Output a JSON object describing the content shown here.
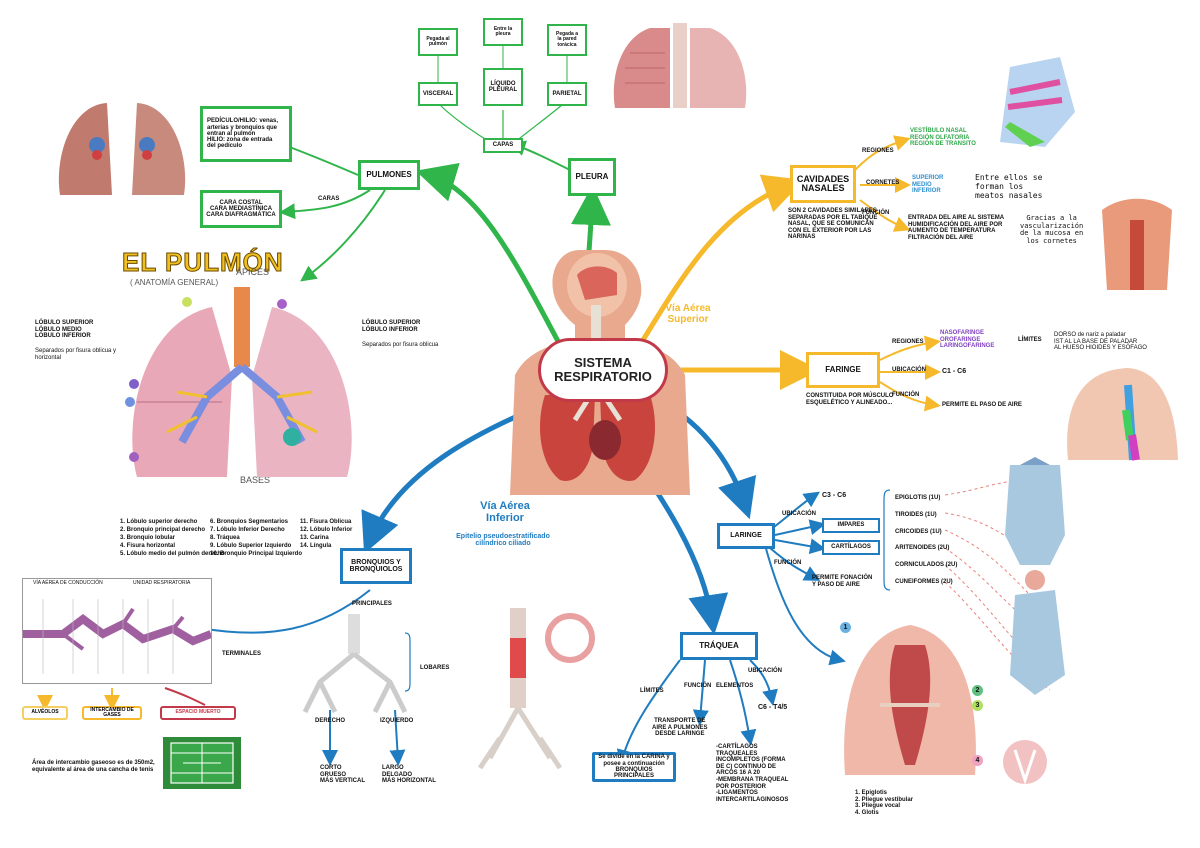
{
  "center": {
    "title": "SISTEMA\nRESPIRATORIO"
  },
  "upper_airway": {
    "label": "Vía Aérea\nSuperior"
  },
  "lower_airway": {
    "label": "Vía Aérea\nInferior",
    "subtitle": "Epitelio pseudoestratificado\ncilíndrico ciliado"
  },
  "pleura": {
    "title": "PLEURA",
    "capas": "CAPAS",
    "visceral": "VISCERAL",
    "liquido": "LÍQUIDO\nPLEURAL",
    "parietal": "PARIETAL",
    "top1": "Pegada al\npulmón",
    "top2": "Entre la\npleura",
    "top3": "Pegada a\nla pared\ntorácica"
  },
  "pulmones": {
    "title": "PULMONES",
    "pediculo": "PEDÍCULO/HILIO: venas,\narterias y bronquios que\nentran al pulmón\nHILIO: zona de entrada\ndel pedículo",
    "caras_label": "CARAS",
    "caras": "CARA COSTAL\nCARA MEDIASTÍNICA\nCARA DIAFRAGMÁTICA"
  },
  "el_pulmon": {
    "title": "EL PULMÓN",
    "subtitle": "( ANATOMÍA GENERAL)",
    "apices": "ÁPICES",
    "bases": "BASES",
    "left_lobes": "LÓBULO SUPERIOR\nLÓBULO MEDIO\nLÓBULO INFERIOR",
    "left_note": "Separados por fisura oblicua y\nhorizontal",
    "right_lobes": "LÓBULO SUPERIOR\nLÓBULO INFERIOR",
    "right_note": "Separados por fisura oblicua",
    "legend_col1": "1. Lóbulo superior derecho\n2. Bronquio principal derecho\n3. Bronquio lobular\n4. Fisura horizontal\n5. Lóbulo medio del pulmón derecho",
    "legend_col2": "6. Bronquios Segmentarios\n7. Lóbulo Inferior Derecho\n8. Tráquea\n9. Lóbulo Superior Izquierdo\n10. Bronquio Principal Izquierdo",
    "legend_col3": "11. Fisura Oblicua\n12. Lóbulo Inferior\n13. Carina\n14. Língula"
  },
  "cavidades": {
    "title": "CAVIDADES\nNASALES",
    "desc": "SON 2 CAVIDADES SIMILARES\nSEPARADAS POR EL TABIQUE\nNASAL, QUE SE COMUNICAN\nCON EL EXTERIOR POR LAS\nNARINAS",
    "regiones": "REGIONES",
    "regiones_text": "VESTÍBULO NASAL\nREGIÓN OLFATORIA\nREGIÓN DE TRANSITO",
    "cornetes": "CORNETES",
    "cornetes_text": "SUPERIOR\nMEDIO\nINFERIOR",
    "cornetes_note": "Entre ellos se\nforman los\nmeatos nasales",
    "funcion": "FUNCIÓN",
    "funcion_text": "ENTRADA DEL AIRE AL SISTEMA\nHUMIDIFICACIÓN DEL AIRE POR\nAUMENTO DE TEMPERATURA\nFILTRACIÓN DEL AIRE",
    "funcion_note": "Gracias a la\nvascularización\nde la mucosa en\nlos cornetes"
  },
  "faringe": {
    "title": "FARINGE",
    "desc": "CONSTITUIDA POR MÚSCULO\nESQUELÉTICO Y ALINEADO...",
    "regiones": "REGIONES",
    "regiones_text": "NASOFARINGE\nOROFARINGE\nLARINGOFARINGE",
    "limites": "LÍMITES",
    "limites_text": "DORSO de nariz a paladar\nIST AL LA BASE DE PALADAR\nAL HUESO HIOIDES Y ESÓFAGO",
    "ubicacion": "UBICACIÓN",
    "ubicacion_text": "C1 - C6",
    "funcion": "FUNCIÓN",
    "funcion_text": "PERMITE EL PASO DE AIRE"
  },
  "laringe": {
    "title": "LARINGE",
    "ubicacion": "UBICACIÓN",
    "ubicacion_text": "C3 - C6",
    "impares": "IMPARES",
    "cartilagos": "CARTÍLAGOS",
    "cart_list": "EPIGLOTIS (1U)\nTIROIDES (1U)\nCRICOIDES (1U)\nARITENOIDES (2U)\nCORNICULADOS (2U)\nCUNEIFORMES (2U)",
    "funcion": "FUNCIÓN",
    "funcion_text": "PERMITE FONACIÓN\nY PASO DE AIRE",
    "legend": "1. Epiglotis\n2. Pliegue vestibular\n3. Pliegue vocal\n4. Glotis"
  },
  "traquea": {
    "title": "TRÁQUEA",
    "limites": "LÍMITES",
    "funcion": "FUNCIÓN",
    "elementos": "ELEMENTOS",
    "ubicacion": "UBICACIÓN",
    "ubicacion_text": "C6 - T4/5",
    "funcion_text": "TRANSPORTE DE\nAIRE A PULMONES\nDESDE LARINGE",
    "elementos_text": "-CARTÍLAGOS\nTRAQUEALES\nINCOMPLETOS (FORMA\nDE C) CONTINUO DE\nARCOS 16 A 20\n-MEMBRANA TRAQUEAL\nPOR POSTERIOR\n-LIGAMENTOS\nINTERCARTILAGINOSOS",
    "limites_text": "Se divide en la CARINA y\nposee a continuación\nBRONQUIOS PRINCIPALES"
  },
  "bronquios": {
    "title": "BRONQUIOS Y\nBRONQUIOLOS",
    "principales": "PRINCIPALES",
    "lobares": "LOBARES",
    "terminales": "TERMINALES",
    "derecho": "DERECHO",
    "izquierdo": "IZQUIERDO",
    "derecho_text": "CORTO\nGRUESO\nMÁS VERTICAL",
    "izquierdo_text": "LARGO\nDELGADO\nMÁS HORIZONTAL",
    "zona1": "VÍA AÉREA DE CONDUCCIÓN",
    "zona2": "UNIDAD RESPIRATORIA",
    "espacio": "ESPACIO MUERTO",
    "alveolos": "ALVÉOLOS",
    "intercambio": "INTERCAMBIO DE GASES",
    "area_note": "Área de intercambio gaseoso es de 350m2,\nequivalente al área de una cancha de tenis"
  },
  "colors": {
    "green": "#2fb54a",
    "yellow": "#f5b92b",
    "blue": "#1f7cc0",
    "center_border": "#c23a4a"
  }
}
